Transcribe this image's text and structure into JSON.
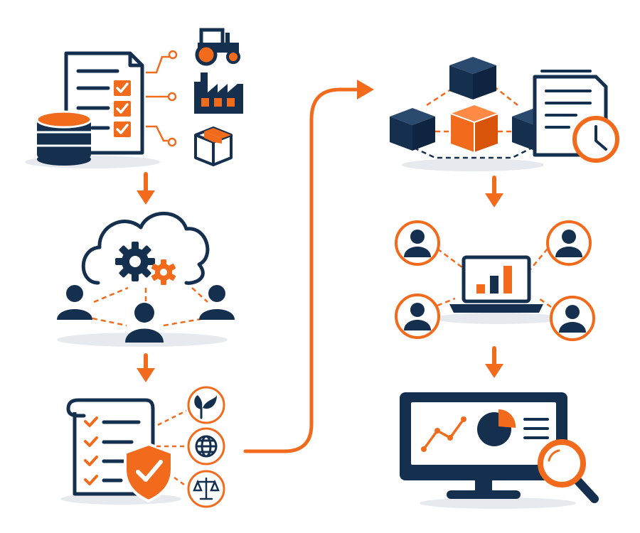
{
  "colors": {
    "navy": "#15304f",
    "orange": "#f26a1b",
    "shadow": "#e6e9ee",
    "white": "#ffffff"
  },
  "stages": [
    {
      "id": "data-collection",
      "icons": [
        "checklist-document-icon",
        "database-icon",
        "tractor-icon",
        "factory-icon",
        "package-box-icon"
      ],
      "checklist_items": 3
    },
    {
      "id": "cloud-collaboration",
      "icons": [
        "cloud-icon",
        "gear-icon",
        "small-gear-icon",
        "person-icon"
      ],
      "people": 3
    },
    {
      "id": "compliance-review",
      "icons": [
        "checklist-scroll-icon",
        "shield-check-icon",
        "leaf-icon",
        "globe-icon",
        "scales-icon"
      ],
      "checklist_items": 4
    },
    {
      "id": "supply-chain-network",
      "icons": [
        "cube-icon",
        "report-document-icon",
        "clock-icon"
      ],
      "cubes": 4
    },
    {
      "id": "stakeholder-sharing",
      "icons": [
        "laptop-chart-icon",
        "person-circle-icon"
      ],
      "people": 4,
      "bar_chart_levels": [
        0.3,
        0.6,
        1.0
      ]
    },
    {
      "id": "monitoring-dashboard",
      "icons": [
        "monitor-dashboard-icon",
        "line-chart-icon",
        "pie-chart-icon",
        "magnifier-icon"
      ],
      "line_chart_levels": [
        0.2,
        0.55,
        0.4,
        0.8
      ],
      "pie_share": 0.28
    }
  ],
  "flow": [
    "down-arrow",
    "down-arrow",
    "connector-arrow",
    "down-arrow",
    "down-arrow"
  ]
}
